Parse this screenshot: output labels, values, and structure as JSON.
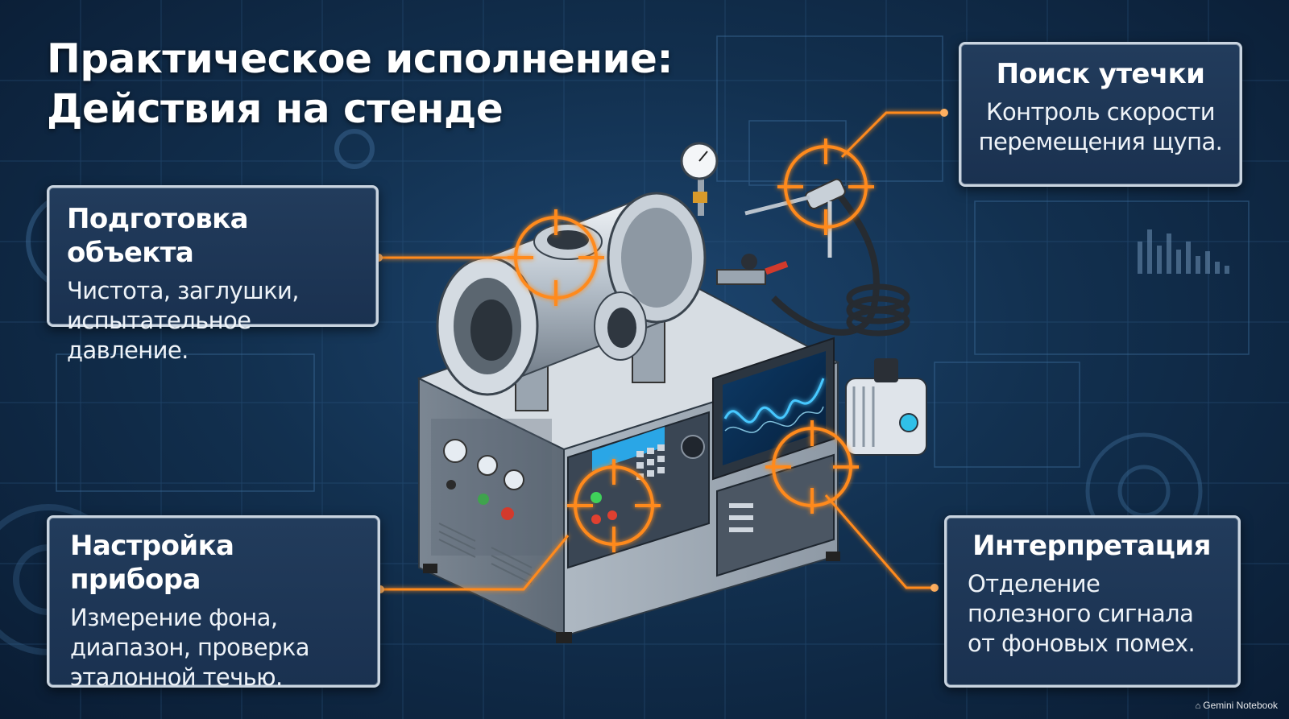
{
  "title": {
    "line1": "Практическое исполнение:",
    "line2": "Действия на стенде"
  },
  "callouts": {
    "object_prep": {
      "title": "Подготовка объекта",
      "text": "Чистота, заглушки, испытательное давление."
    },
    "leak_search": {
      "title": "Поиск утечки",
      "text": "Контроль скорости перемещения щупа."
    },
    "device_setup": {
      "title": "Настройка прибора",
      "text": "Измерение фона, диапазон, проверка эталонной течью."
    },
    "interpretation": {
      "title": "Интерпретация",
      "text": "Отделение полезного сигнала от фоновых помех."
    }
  },
  "watermark": "Gemini Notebook",
  "colors": {
    "background": "#12304f",
    "accent_orange": "#ff8a1f",
    "callout_border": "#c9d4e0",
    "text": "#ffffff"
  }
}
